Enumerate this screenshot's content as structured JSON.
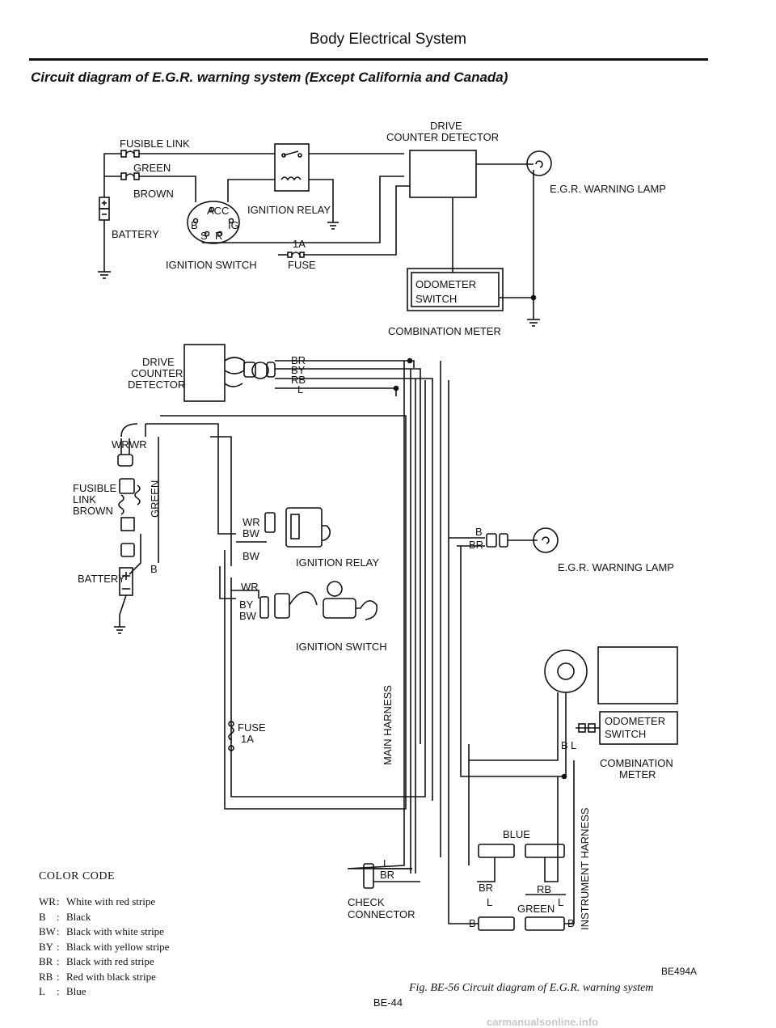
{
  "header": {
    "section": "Body Electrical System",
    "title": "Circuit diagram of E.G.R. warning system (Except California and Canada)"
  },
  "top_diagram": {
    "fusible_link": "FUSIBLE LINK",
    "green": "GREEN",
    "brown": "BROWN",
    "battery": "BATTERY",
    "ignition_switch": "IGNITION SWITCH",
    "ignition_relay": "IGNITION RELAY",
    "fuse_rating": "1A",
    "fuse": "FUSE",
    "drive_counter_detector_1": "DRIVE",
    "drive_counter_detector_2": "COUNTER DETECTOR",
    "egr_warning_lamp": "E.G.R. WARNING LAMP",
    "odometer": "ODOMETER",
    "switch": "SWITCH",
    "combination_meter": "COMBINATION METER",
    "switch_terminals": {
      "acc": "ACC",
      "b": "B",
      "ig": "IG",
      "s": "S",
      "r": "R"
    }
  },
  "bottom_diagram": {
    "drive": "DRIVE",
    "counter": "COUNTER",
    "detector": "DETECTOR",
    "wires_top": [
      "BR",
      "BY",
      "RB",
      "L"
    ],
    "wr": "WR",
    "fusible_link": "FUSIBLE",
    "link": "LINK",
    "brown": "BROWN",
    "green": "GREEN",
    "battery": "BATTERY",
    "b": "B",
    "bw": "BW",
    "by": "BY",
    "ignition_relay": "IGNITION RELAY",
    "ignition_switch": "IGNITION SWITCH",
    "fuse": "FUSE",
    "fuse_rating": "1A",
    "main_harness": "MAIN HARNESS",
    "l": "L",
    "br": "BR",
    "check": "CHECK",
    "connector": "CONNECTOR",
    "egr_warning_lamp": "E.G.R. WARNING LAMP",
    "odometer": "ODOMETER",
    "switch": "SWITCH",
    "combination": "COMBINATION",
    "meter": "METER",
    "instrument_harness": "INSTRUMENT HARNESS",
    "blue": "BLUE",
    "rb": "RB",
    "green_lbl": "GREEN"
  },
  "color_code": {
    "title": "COLOR CODE",
    "entries": [
      {
        "code": "WR",
        "desc": "White with red stripe"
      },
      {
        "code": "B",
        "desc": "Black"
      },
      {
        "code": "BW",
        "desc": "Black with white stripe"
      },
      {
        "code": "BY",
        "desc": "Black with yellow stripe"
      },
      {
        "code": "BR",
        "desc": "Black with red stripe"
      },
      {
        "code": "RB",
        "desc": "Red with black stripe"
      },
      {
        "code": "L",
        "desc": "Blue"
      }
    ]
  },
  "figure": {
    "id": "BE494A",
    "caption": "Fig. BE-56 Circuit diagram of E.G.R. warning system"
  },
  "page_number": "BE-44",
  "watermark": "carmanualsonline.info"
}
